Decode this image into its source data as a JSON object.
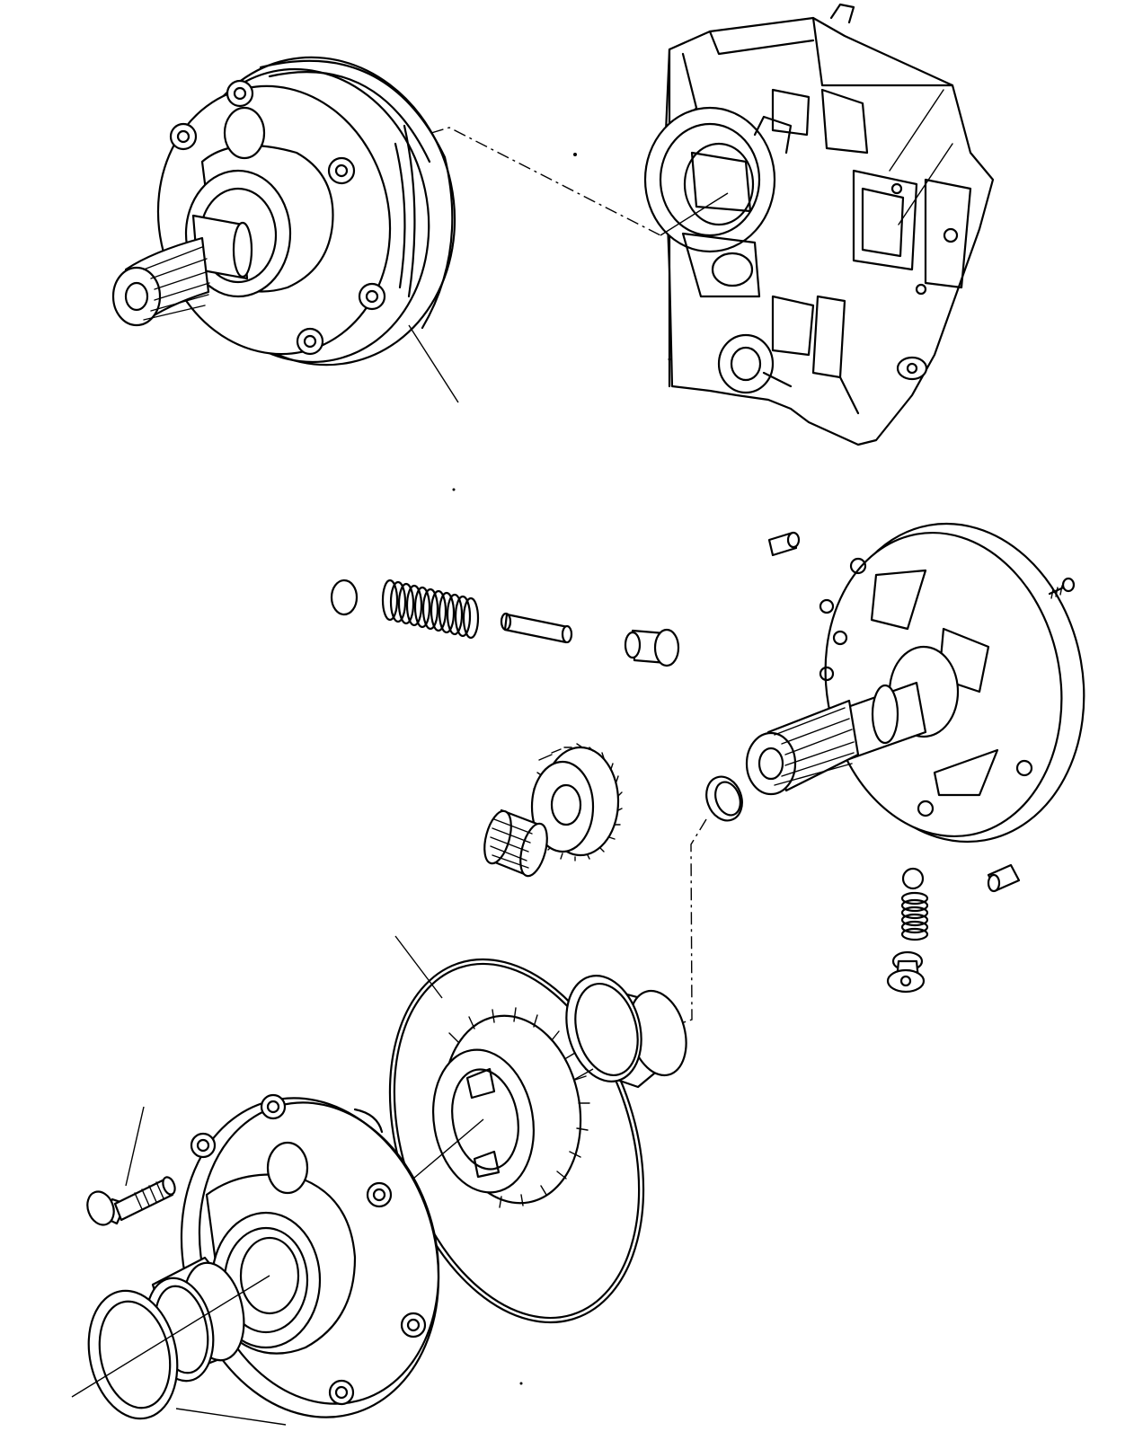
{
  "drawing": {
    "kind": "exploded-parts-view",
    "line_color": "#000000",
    "background_color": "#ffffff",
    "text_labels": []
  },
  "parts": [
    {
      "id": "pump-assembly",
      "icon": "assembled-pump-icon"
    },
    {
      "id": "transmission-housing",
      "icon": "gearbox-housing-icon"
    },
    {
      "id": "check-ball",
      "icon": "ball-icon"
    },
    {
      "id": "relief-spring",
      "icon": "coil-spring-icon"
    },
    {
      "id": "dowel-pin",
      "icon": "pin-icon"
    },
    {
      "id": "relief-plug",
      "icon": "plug-icon"
    },
    {
      "id": "pump-body-shaft",
      "icon": "flanged-shaft-icon"
    },
    {
      "id": "small-pin-top",
      "icon": "pin-icon"
    },
    {
      "id": "small-screw",
      "icon": "screw-icon"
    },
    {
      "id": "seal-ring",
      "icon": "ring-icon"
    },
    {
      "id": "drive-gear",
      "icon": "gear-icon"
    },
    {
      "id": "needle-bearing",
      "icon": "bearing-icon"
    },
    {
      "id": "lower-ball",
      "icon": "ball-icon"
    },
    {
      "id": "lower-spring",
      "icon": "coil-spring-icon"
    },
    {
      "id": "lower-plug",
      "icon": "plug-icon"
    },
    {
      "id": "lower-pin",
      "icon": "pin-icon"
    },
    {
      "id": "o-ring",
      "icon": "o-ring-icon"
    },
    {
      "id": "bushing",
      "icon": "bushing-icon"
    },
    {
      "id": "internal-gear",
      "icon": "ring-gear-icon"
    },
    {
      "id": "pump-cover",
      "icon": "cover-icon"
    },
    {
      "id": "bolt",
      "icon": "bolt-icon"
    },
    {
      "id": "seal",
      "icon": "seal-icon"
    },
    {
      "id": "sleeve",
      "icon": "sleeve-icon"
    }
  ]
}
